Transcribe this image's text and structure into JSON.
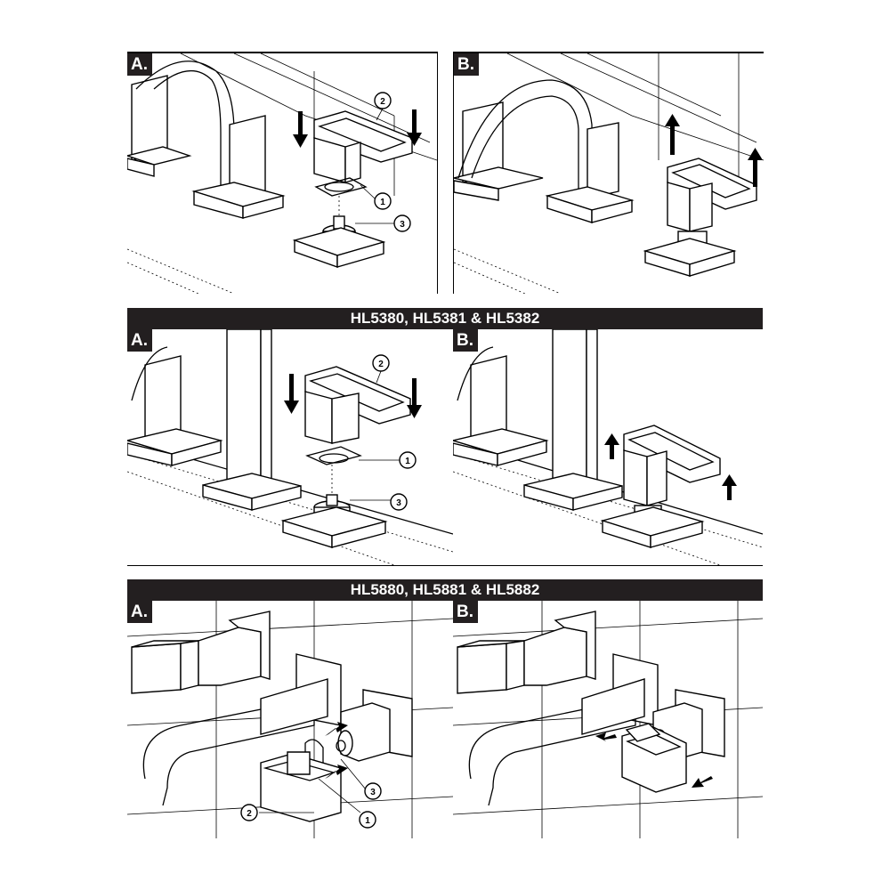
{
  "banners": {
    "row2": "HL5380, HL5381 & HL5382",
    "row3": "HL5880, HL5881 & HL5882"
  },
  "panels": {
    "r1a": {
      "tag": "A.",
      "callouts": [
        "2",
        "1",
        "3"
      ]
    },
    "r1b": {
      "tag": "B."
    },
    "r2a": {
      "tag": "A.",
      "callouts": [
        "2",
        "1",
        "3"
      ]
    },
    "r2b": {
      "tag": "B."
    },
    "r3a": {
      "tag": "A.",
      "callouts": [
        "3",
        "2",
        "1"
      ]
    },
    "r3b": {
      "tag": "B."
    }
  },
  "colors": {
    "ink": "#231f20",
    "paper": "#ffffff"
  },
  "icons": {
    "arrow": "arrow-icon",
    "callout": "callout-circle"
  }
}
